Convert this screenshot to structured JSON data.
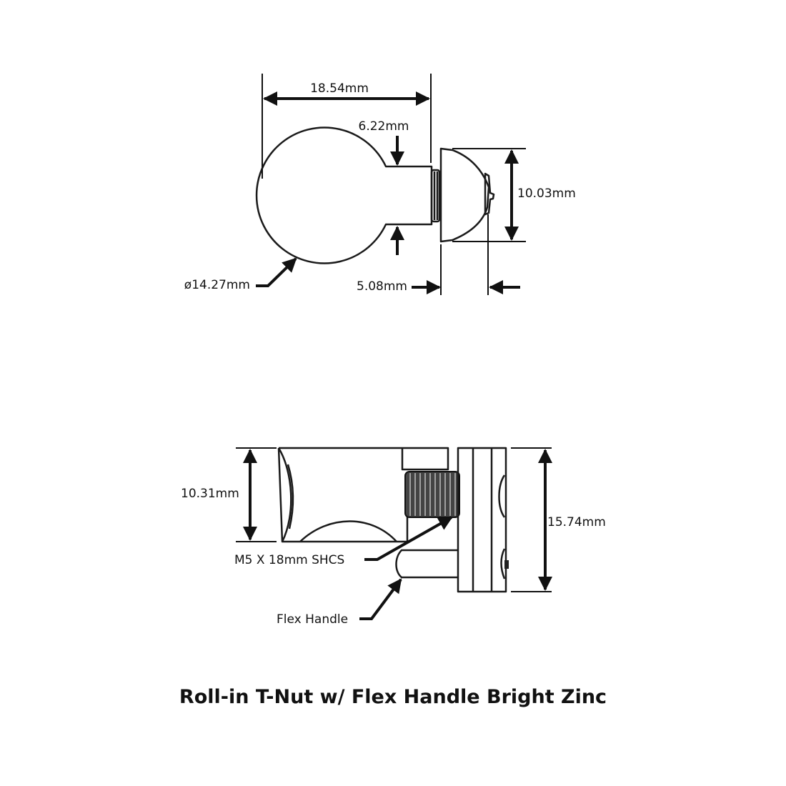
{
  "title": "Roll-in T-Nut w/ Flex Handle Bright Zinc",
  "top_view": {
    "overall_length": "18.54mm",
    "neck_width": "6.22mm",
    "ball_diameter": "ø14.27mm",
    "cap_height": "10.03mm",
    "cap_depth": "5.08mm"
  },
  "side_view": {
    "body_height": "10.31mm",
    "plate_height": "15.74mm",
    "screw_callout": "M5 X 18mm SHCS",
    "handle_callout": "Flex Handle"
  }
}
